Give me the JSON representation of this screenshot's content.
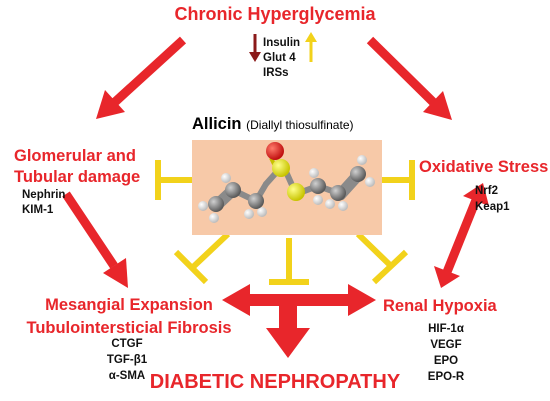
{
  "title": "Chronic Hyperglycemia",
  "hyperglycemia_markers": [
    "Insulin",
    "Glut 4",
    "IRSs"
  ],
  "center": {
    "name": "Allicin",
    "chemical_name": "(Diallyl thiosulfinate)"
  },
  "glomerular": {
    "title_lines": [
      "Glomerular and",
      "Tubular damage"
    ],
    "markers": [
      "Nephrin",
      "KIM-1"
    ]
  },
  "oxidative": {
    "title": "Oxidative Stress",
    "markers": [
      "Nrf2",
      "Keap1"
    ]
  },
  "mesangial": {
    "title_lines": [
      "Mesangial Expansion",
      "Tubulointersticial Fibrosis"
    ],
    "markers": [
      "CTGF",
      "TGF-β1",
      "α-SMA"
    ]
  },
  "hypoxia": {
    "title": "Renal Hypoxia",
    "markers": [
      "HIF-1α",
      "VEGF",
      "EPO",
      "EPO-R"
    ]
  },
  "outcome": "DIABETIC NEPHROPATHY",
  "colors": {
    "arrow_red": "#e8262b",
    "inhibition_yellow": "#f2d21b",
    "molecule_bg": "#f7c9a8",
    "down_arrow": "#8b1a1a",
    "up_arrow": "#f2d21b"
  }
}
